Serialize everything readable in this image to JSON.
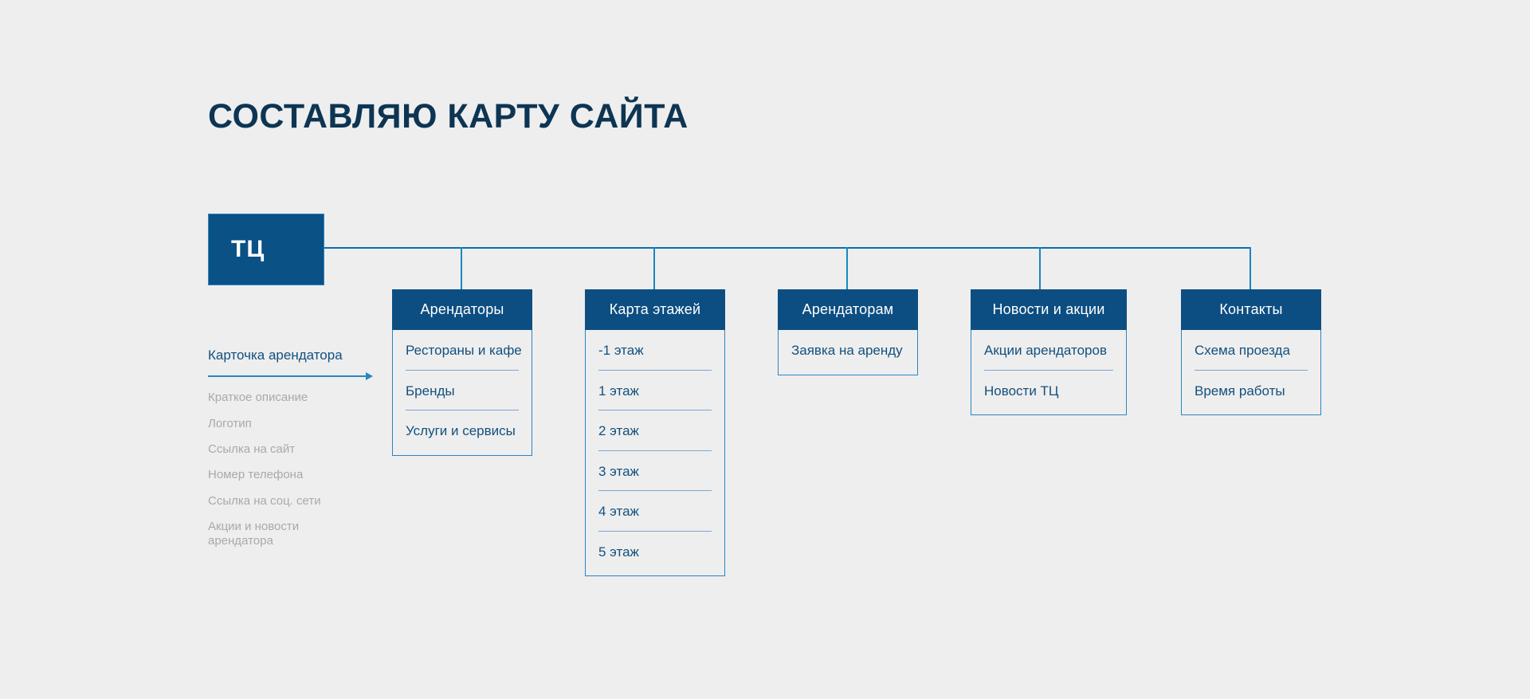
{
  "slide": {
    "title": "СОСТАВЛЯЮ КАРТУ САЙТА",
    "background_color": "#eeeeee"
  },
  "colors": {
    "title_navy": "#0d3553",
    "root_blue": "#0a5186",
    "header_blue": "#0d4e82",
    "connector_blue": "#1787c4",
    "trunk_blue": "#0b6ead",
    "item_text_blue": "#12507f",
    "divider_blue": "#7ba7ce",
    "muted_gray": "#a9a9a9",
    "card_border": "#2a86c0"
  },
  "root": {
    "label": "ТЦ"
  },
  "cards": [
    {
      "id": "tenants",
      "header": "Арендаторы",
      "items": [
        "Рестораны и кафе",
        "Бренды",
        "Услуги и сервисы"
      ]
    },
    {
      "id": "floors",
      "header": "Карта этажей",
      "items": [
        "-1 этаж",
        "1 этаж",
        "2 этаж",
        "3 этаж",
        "4 этаж",
        "5 этаж"
      ]
    },
    {
      "id": "for-tenants",
      "header": "Арендаторам",
      "items": [
        "Заявка на аренду"
      ]
    },
    {
      "id": "news",
      "header": "Новости и акции",
      "items": [
        "Акции арендаторов",
        "Новости ТЦ"
      ]
    },
    {
      "id": "contacts",
      "header": "Контакты",
      "items": [
        "Схема проезда",
        "Время работы"
      ]
    }
  ],
  "detail_branch": {
    "heading": "Карточка арендатора",
    "items": [
      "Краткое описание",
      "Логотип",
      "Ссылка на сайт",
      "Номер телефона",
      "Ссылка на соц. сети",
      "Акции и новости арендатора"
    ]
  }
}
